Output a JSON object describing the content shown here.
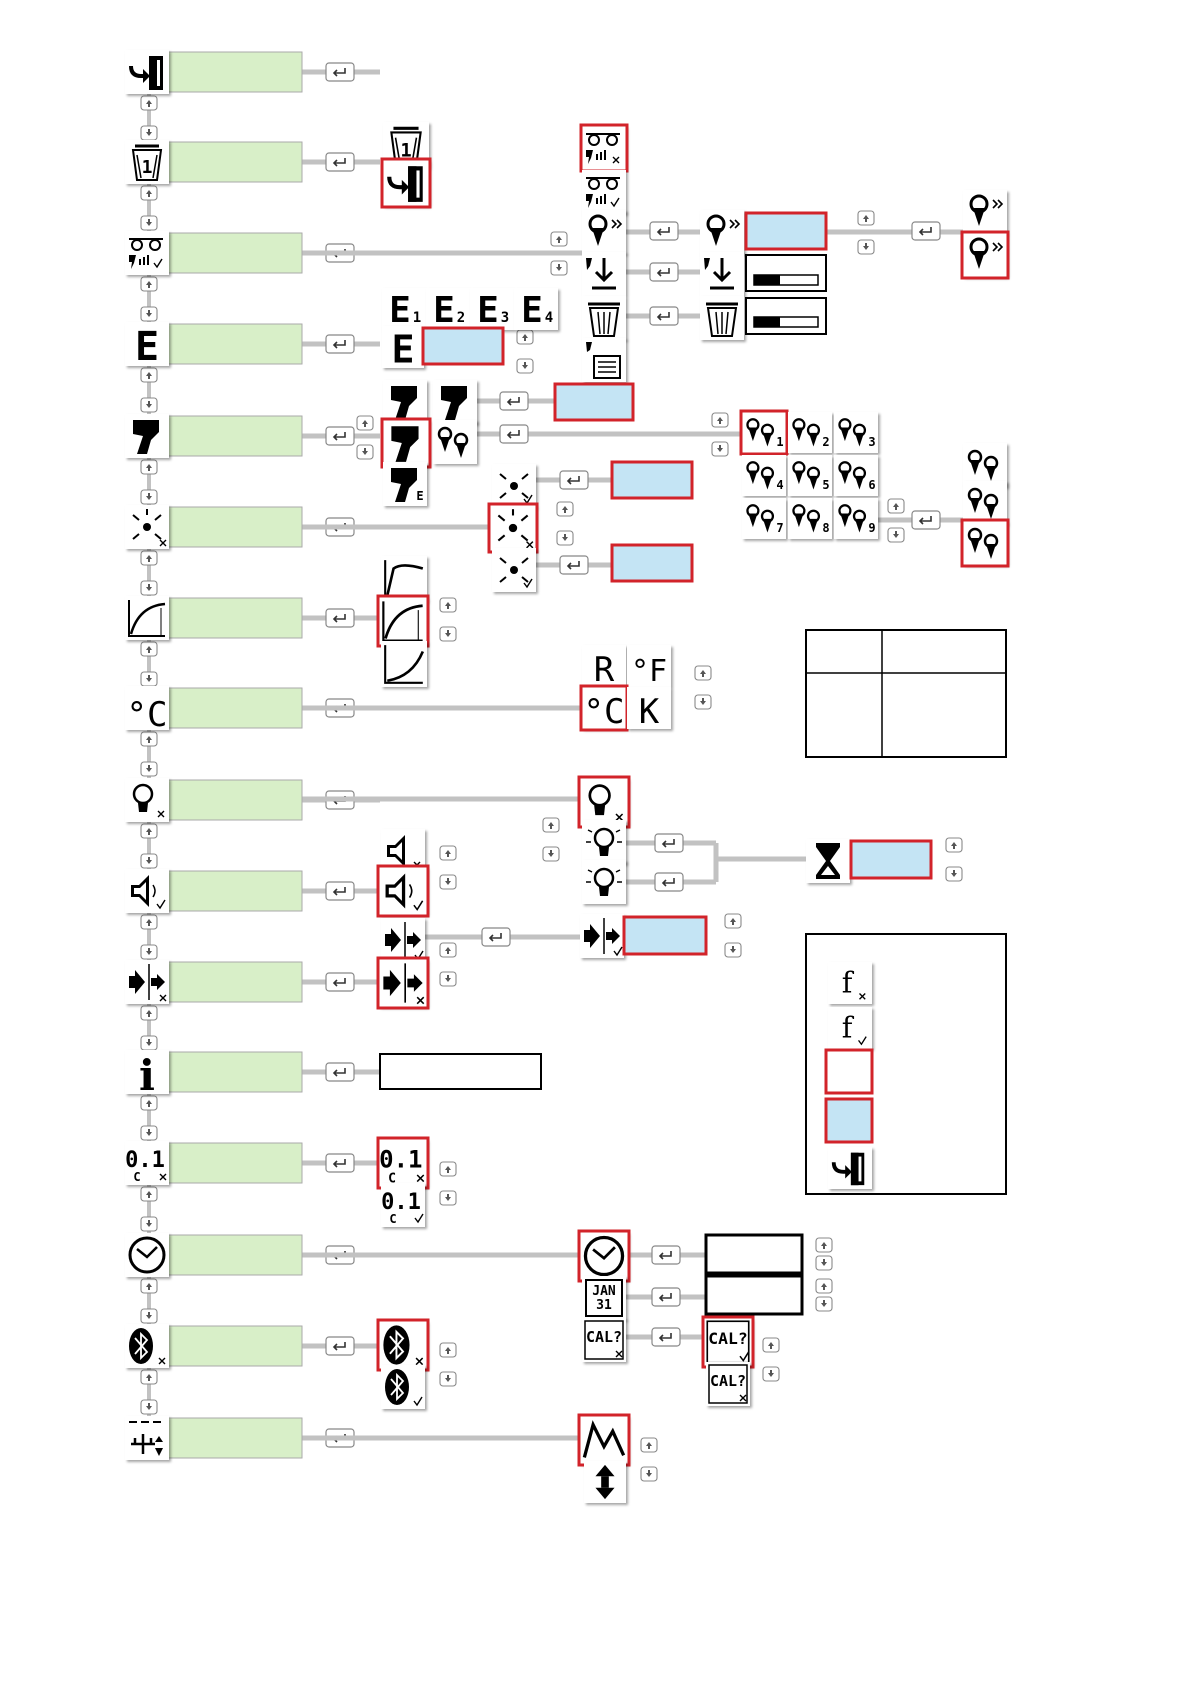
{
  "colors": {
    "menu_bar": "#d8efc8",
    "value_box": "#c4e4f4",
    "highlight": "#d2232a",
    "connector": "#c2c2c2",
    "key": "#ffffff",
    "icon": "#000000",
    "page": "#ffffff"
  },
  "main_menu": [
    {
      "icon": "exit-icon"
    },
    {
      "icon": "delete-log-icon"
    },
    {
      "icon": "log-icon"
    },
    {
      "icon": "channel-icon"
    },
    {
      "icon": "sensor-icon"
    },
    {
      "icon": "alarm-icon"
    },
    {
      "icon": "curve-icon"
    },
    {
      "icon": "temperature-unit-icon"
    },
    {
      "icon": "backlight-icon"
    },
    {
      "icon": "speaker-icon"
    },
    {
      "icon": "hold-icon"
    },
    {
      "icon": "info-icon"
    },
    {
      "icon": "resolution-icon"
    },
    {
      "icon": "clock-icon"
    },
    {
      "icon": "bluetooth-icon"
    },
    {
      "icon": "usb-icon"
    }
  ],
  "labels": {
    "channels": [
      "1",
      "2",
      "3",
      "4"
    ],
    "units": [
      "R",
      "°F",
      "°C",
      "K"
    ],
    "sensors": [
      "1",
      "2",
      "3",
      "4",
      "5",
      "6",
      "7",
      "8",
      "9"
    ],
    "clock_date_month": "JAN",
    "clock_date_day": "31",
    "calibration": "CAL?",
    "resolution": "0.1",
    "resolution_unit": "C",
    "sensor_e": "E",
    "info_glyph": "i",
    "function_glyph": "f",
    "delete_glyph": "1",
    "temp_c": "°C",
    "channel_glyph": "E",
    "sensor_x": "x",
    "check": "√"
  },
  "legend": {
    "items": [
      {
        "icon": "function-off-icon"
      },
      {
        "icon": "function-on-icon"
      },
      {
        "icon": "selection-frame-icon"
      },
      {
        "icon": "value-field-icon"
      },
      {
        "icon": "exit-icon"
      }
    ]
  }
}
